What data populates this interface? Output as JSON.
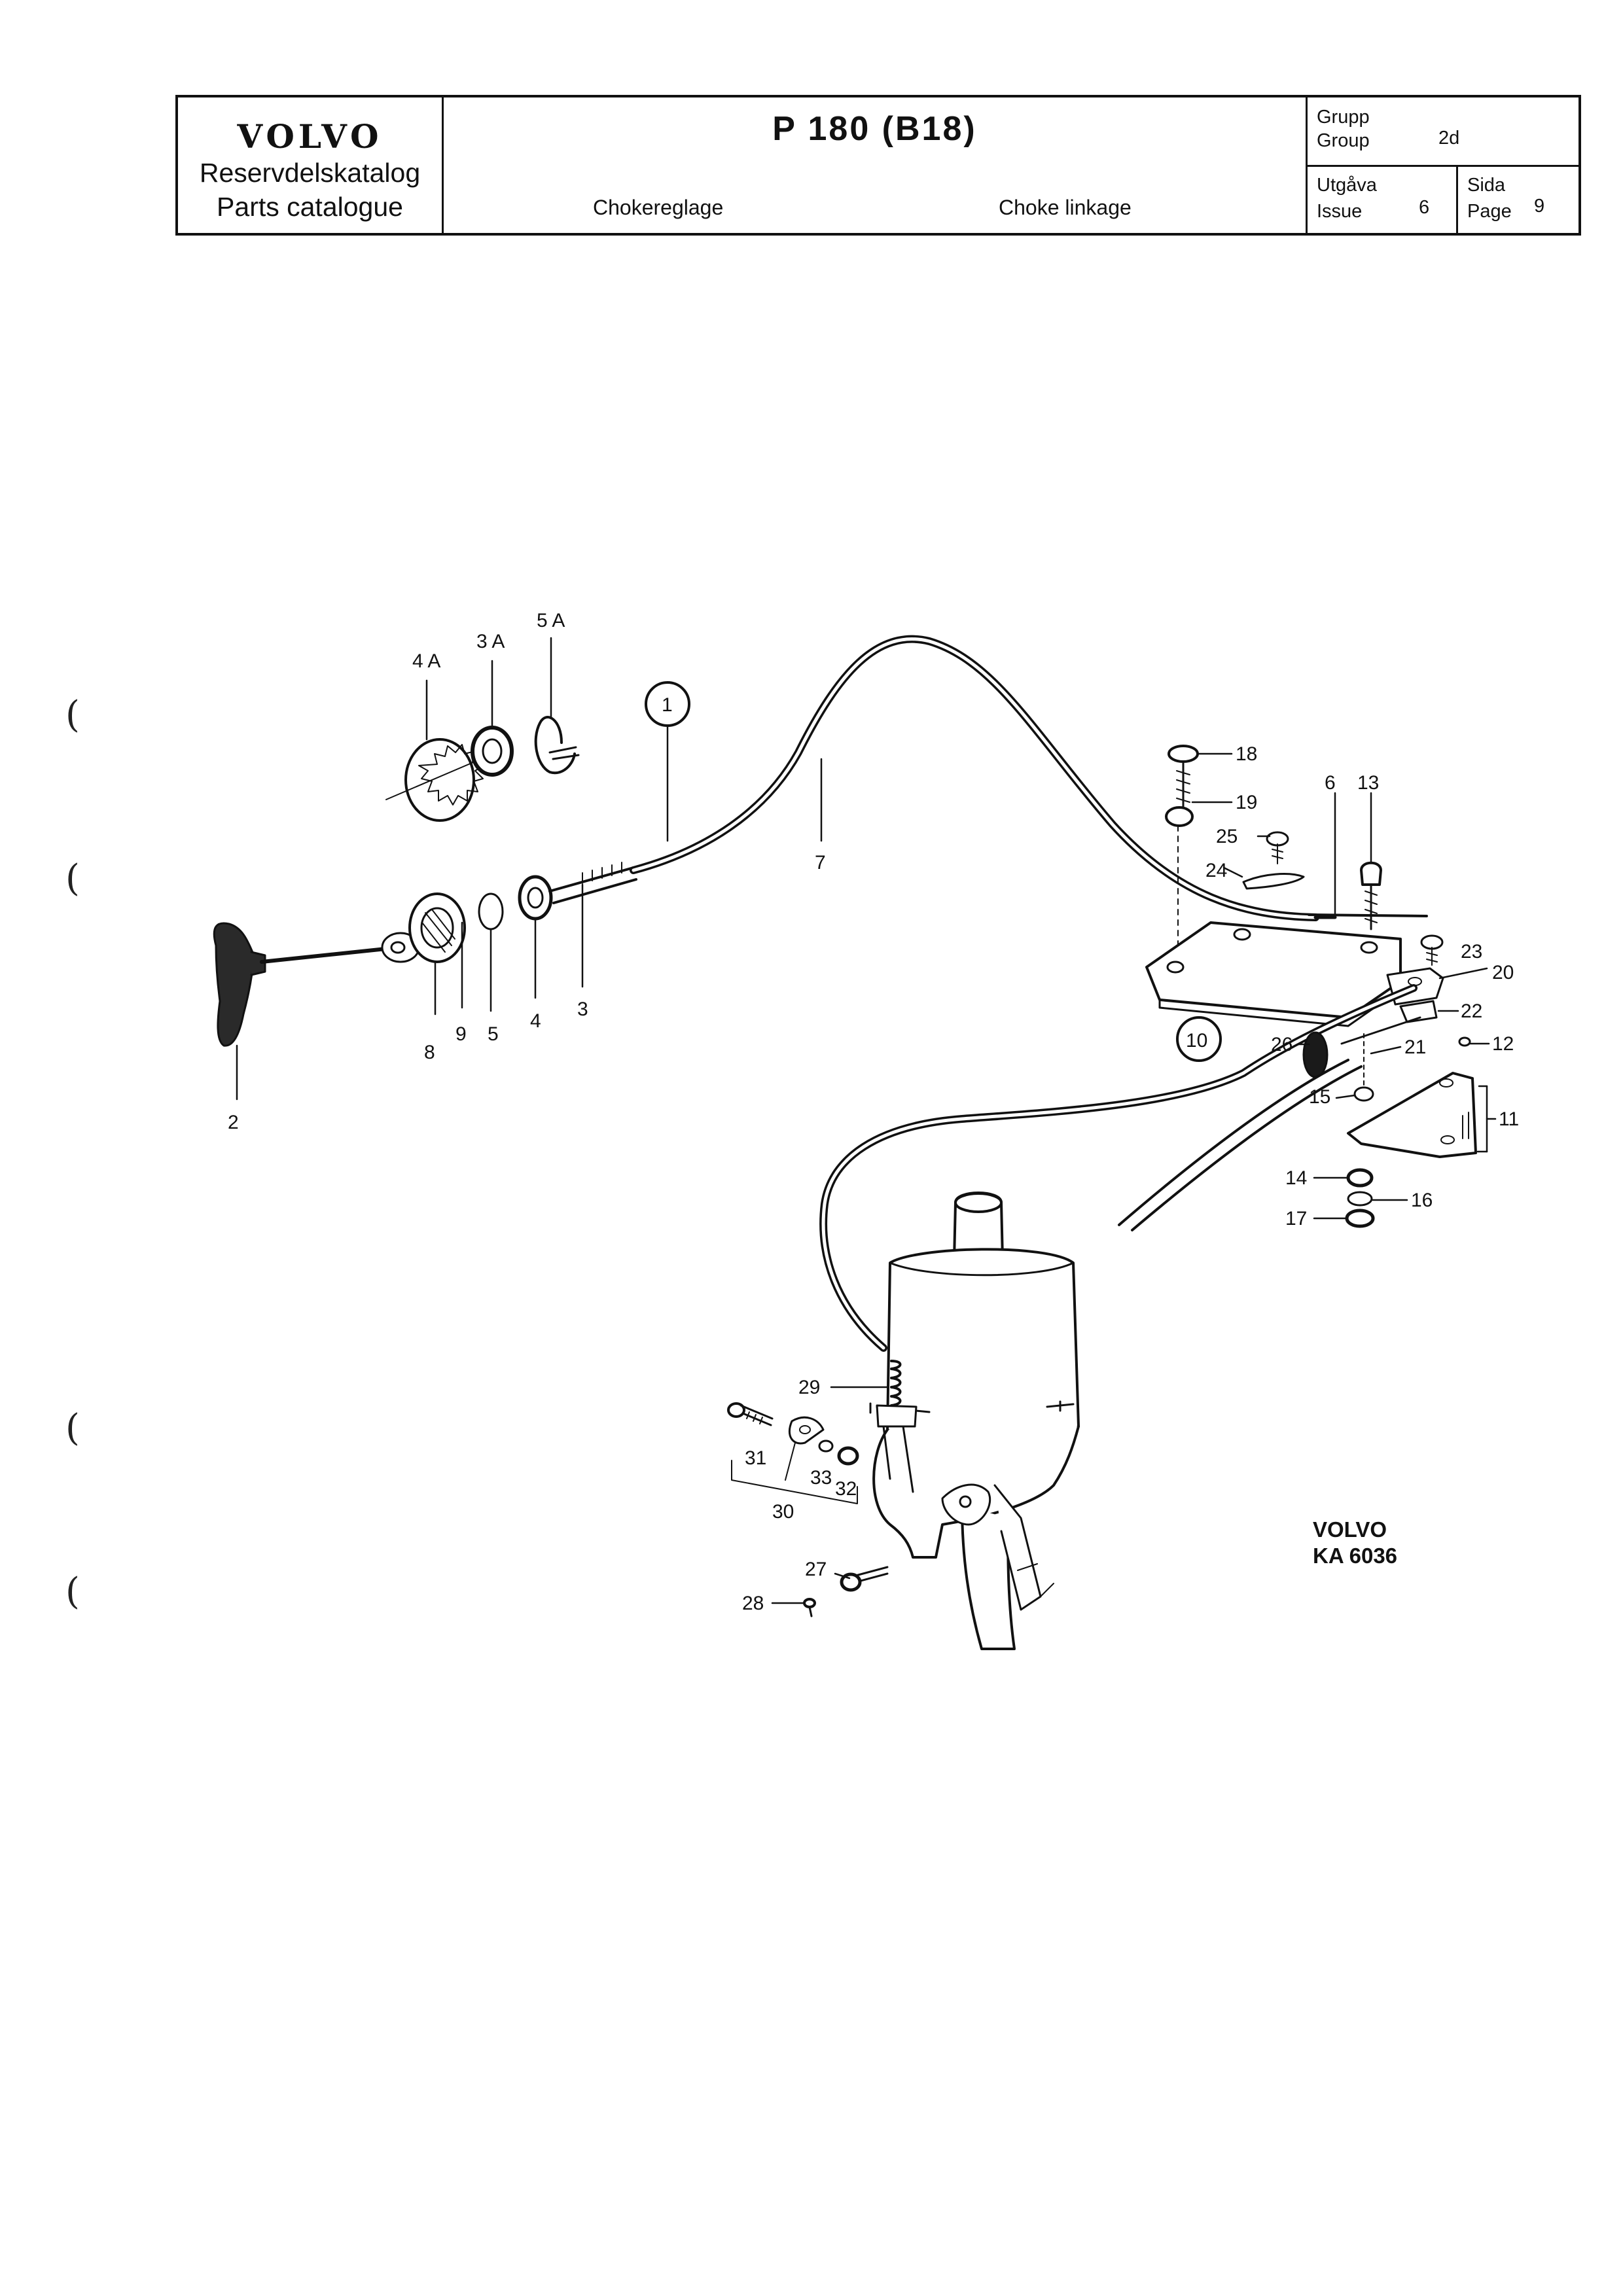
{
  "header": {
    "brand": "VOLVO",
    "catalog_sv": "Reservdelskatalog",
    "catalog_en": "Parts catalogue",
    "model": "P 180 (B18)",
    "subtitle_sv": "Chokereglage",
    "subtitle_en": "Choke linkage",
    "group_label_sv": "Grupp",
    "group_label_en": "Group",
    "group_value": "2d",
    "issue_label_sv": "Utgåva",
    "issue_label_en": "Issue",
    "issue_value": "6",
    "page_label_sv": "Sida",
    "page_label_en": "Page",
    "page_value": "9"
  },
  "diagram": {
    "parts": {
      "p1": "1",
      "p2": "2",
      "p3": "3",
      "p3a": "3 A",
      "p4": "4",
      "p4a": "4 A",
      "p5": "5",
      "p5a": "5 A",
      "p6": "6",
      "p7": "7",
      "p8": "8",
      "p9": "9",
      "p10": "10",
      "p11": "11",
      "p12": "12",
      "p13": "13",
      "p14": "14",
      "p15": "15",
      "p16": "16",
      "p17": "17",
      "p18": "18",
      "p19": "19",
      "p20": "20",
      "p21": "21",
      "p22": "22",
      "p23": "23",
      "p24": "24",
      "p25": "25",
      "p26": "26",
      "p27": "27",
      "p28": "28",
      "p29": "29",
      "p30": "30",
      "p31": "31",
      "p32": "32",
      "p33": "33"
    },
    "catalog_line1": "VOLVO",
    "catalog_line2": "KA 6036"
  }
}
